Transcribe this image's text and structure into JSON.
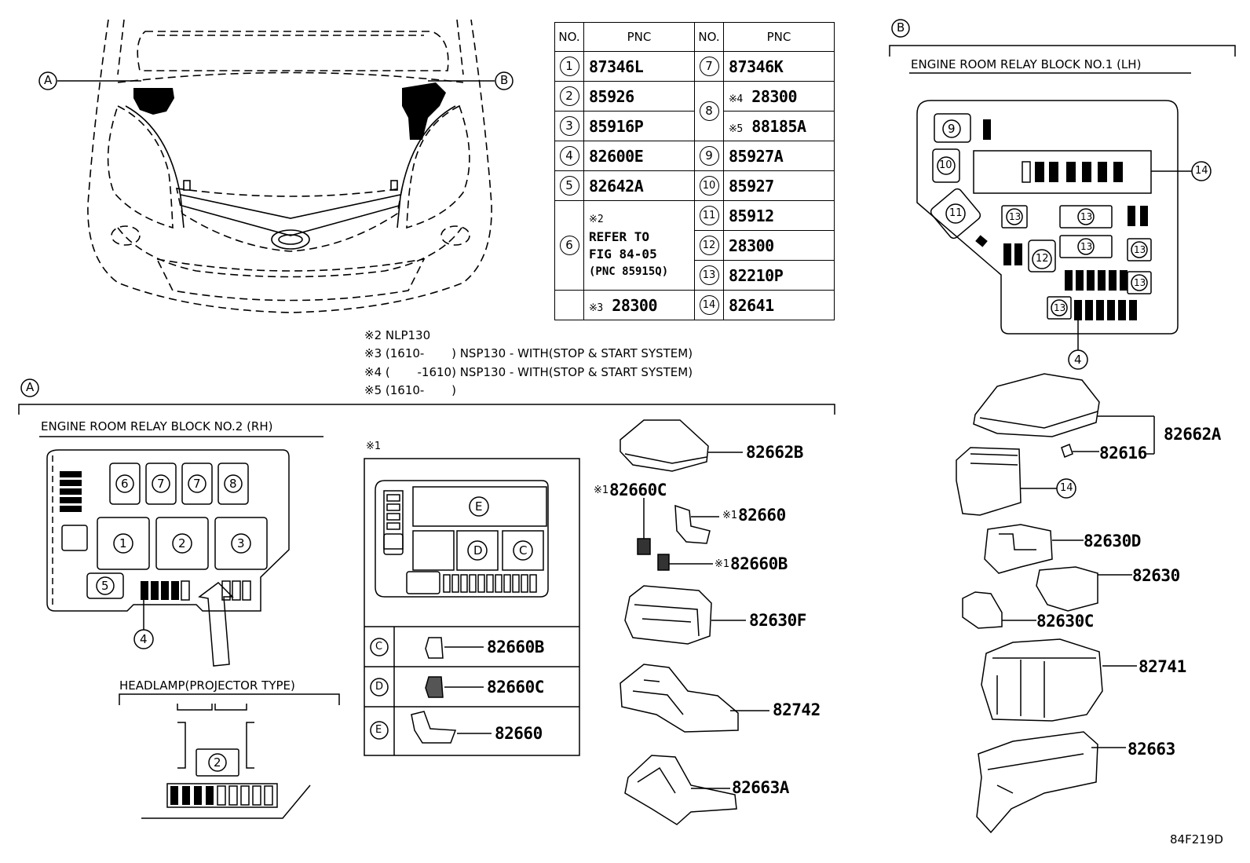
{
  "table": {
    "headers": [
      "NO.",
      "PNC",
      "NO.",
      "PNC"
    ],
    "rows": [
      {
        "no": "1",
        "pnc": "87346L",
        "no2": "7",
        "pnc2": "87346K"
      },
      {
        "no": "2",
        "pnc": "85926",
        "no2": "8",
        "pnc2_note": "※4",
        "pnc2": "28300"
      },
      {
        "no": "3",
        "pnc": "85916P",
        "pnc2_note": "※5",
        "pnc2": "88185A"
      },
      {
        "no": "4",
        "pnc": "82600E",
        "no2": "9",
        "pnc2": "85927A"
      },
      {
        "no": "5",
        "pnc": "82642A",
        "no2": "10",
        "pnc2": "85927"
      },
      {
        "no": "6",
        "refer_note": "※2",
        "refer_lines": [
          "REFER TO",
          "FIG 84-05",
          "(PNC 85915Q)"
        ],
        "no2": "11",
        "pnc2": "85912"
      },
      {
        "no2": "12",
        "pnc2": "28300"
      },
      {
        "no2": "13",
        "pnc2": "82210P"
      },
      {
        "pnc_note": "※3",
        "pnc": "28300",
        "no2": "14",
        "pnc2": "82641"
      }
    ]
  },
  "notes": [
    "※2 NLP130",
    "※3 (1610-　　 ) NSP130 - WITH(STOP & START SYSTEM)",
    "※4 (　　 -1610) NSP130 - WITH(STOP & START SYSTEM)",
    "※5 (1610-　　 )"
  ],
  "markers": {
    "a": "A",
    "b": "B",
    "x1": "※1"
  },
  "sections": {
    "rh_title": "ENGINE ROOM RELAY BLOCK NO.2 (RH)",
    "lh_title": "ENGINE ROOM RELAY BLOCK NO.1 (LH)",
    "headlamp": "HEADLAMP(PROJECTOR TYPE)"
  },
  "rh_block": {
    "relays": [
      "6",
      "7",
      "7",
      "8",
      "1",
      "2",
      "3",
      "5",
      "4"
    ]
  },
  "inset": {
    "letters": [
      "E",
      "D",
      "C"
    ]
  },
  "inset_parts": [
    {
      "letter": "C",
      "pnc": "82660B"
    },
    {
      "letter": "D",
      "pnc": "82660C"
    },
    {
      "letter": "E",
      "pnc": "82660"
    }
  ],
  "headlamp_block": {
    "relay": "2"
  },
  "center_parts": {
    "p1": "82662B",
    "p2_note": "※1",
    "p2": "82660C",
    "p3_note": "※1",
    "p3": "82660",
    "p4_note": "※1",
    "p4": "82660B",
    "p5": "82630F",
    "p6": "82742",
    "p7": "82663A"
  },
  "lh_block": {
    "labels": [
      "9",
      "10",
      "11",
      "12",
      "13",
      "13",
      "13",
      "13",
      "13",
      "13",
      "14",
      "4"
    ]
  },
  "right_parts": {
    "p1": "82662A",
    "p2": "82616",
    "p3": "14",
    "p4": "82630D",
    "p5": "82630",
    "p6": "82630C",
    "p7": "82741",
    "p8": "82663"
  },
  "figure_code": "84F219D"
}
